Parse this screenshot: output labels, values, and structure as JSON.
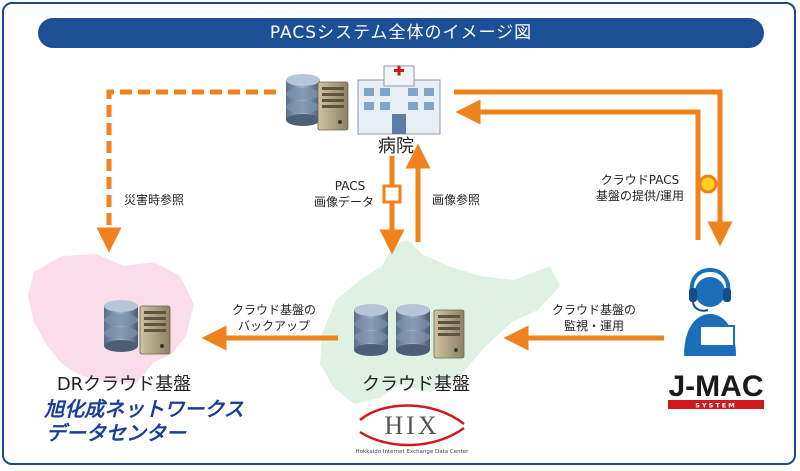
{
  "title": "PACSシステム全体のイメージ図",
  "colors": {
    "arrow": "#f0821e",
    "title_bg": "#1d4f97",
    "accent_text": "#1a3e9c",
    "logo_red": "#d0181e"
  },
  "nodes": {
    "hospital": "病院",
    "cloud": "クラウド基盤",
    "dr_cloud": "DRクラウド基盤",
    "datacenter_line1": "旭化成ネットワークス",
    "datacenter_line2": "データセンター",
    "jmac_logo": "J-MAC",
    "jmac_sub": "SYSTEM",
    "hix_logo": "HIX",
    "hix_caption": "Hokkaido Internet Exchange Data Center"
  },
  "edges": {
    "disaster": "災害時参照",
    "pacs_data_line1": "PACS",
    "pacs_data_line2": "画像データ",
    "image_ref": "画像参照",
    "cloud_pacs_line1": "クラウドPACS",
    "cloud_pacs_line2": "基盤の提供/運用",
    "backup_line1": "クラウド基盤の",
    "backup_line2": "バックアップ",
    "monitor_line1": "クラウド基盤の",
    "monitor_line2": "監視・運用"
  }
}
